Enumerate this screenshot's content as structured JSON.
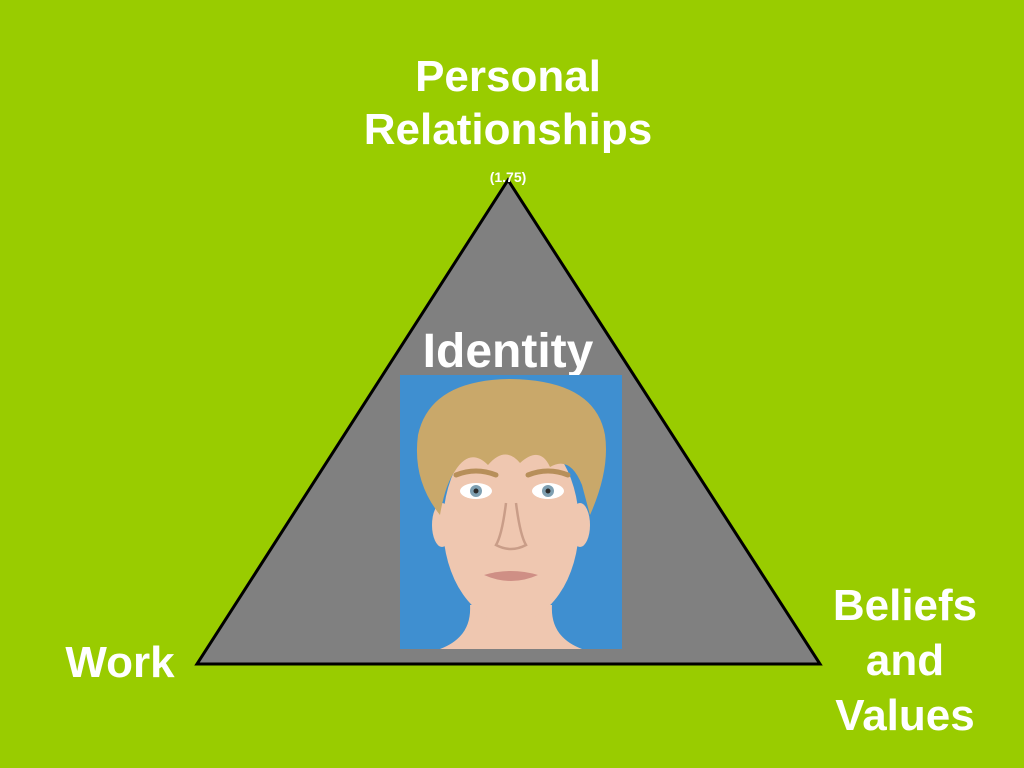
{
  "slide": {
    "background_color": "#99cc00",
    "triangle_fill": "#808080",
    "triangle_stroke": "#000000",
    "text_color": "#ffffff"
  },
  "labels": {
    "top_line1": "Personal",
    "top_line2": "Relationships",
    "top_note": "(1.75)",
    "center": "Identity",
    "left": "Work",
    "right_line1": "Beliefs",
    "right_line2": "and",
    "right_line3": "Values"
  },
  "portrait": {
    "background_color": "#3f8fd0",
    "hair_color": "#c9a86a",
    "skin_color": "#efc7b0"
  }
}
